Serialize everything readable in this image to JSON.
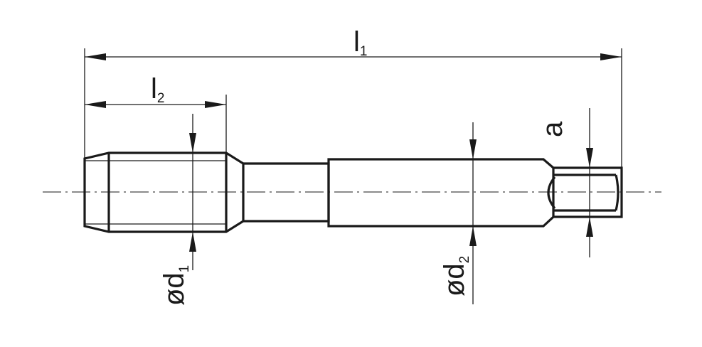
{
  "labels": {
    "l1": {
      "main": "l",
      "sub": "1"
    },
    "l2": {
      "main": "l",
      "sub": "2"
    },
    "a": "a",
    "d1": {
      "main": "ød",
      "sub": "1"
    },
    "d2": {
      "main": "ød",
      "sub": "2"
    }
  }
}
